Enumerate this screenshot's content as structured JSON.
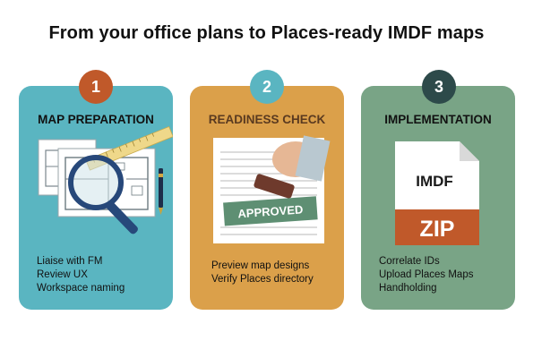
{
  "title": "From your office plans to Places-ready IMDF maps",
  "colors": {
    "card1": "#5ab5c1",
    "card2": "#dba04a",
    "card3": "#79a486",
    "badge1": "#c0592a",
    "badge2": "#5ab5c1",
    "badge3": "#2d4a4a",
    "title1": "#111111",
    "title2": "#5a3a20",
    "title3": "#111111"
  },
  "cards": [
    {
      "number": "1",
      "title": "MAP PREPARATION",
      "illustration": "blueprint-magnifier",
      "items": [
        "Liaise with FM",
        "Review UX",
        "Workspace naming"
      ]
    },
    {
      "number": "2",
      "title": "READINESS CHECK",
      "illustration": "approved-stamp",
      "stamp_text": "APPROVED",
      "items": [
        "Preview map designs",
        "Verify Places directory"
      ]
    },
    {
      "number": "3",
      "title": "IMPLEMENTATION",
      "illustration": "zip-file",
      "file_label": "IMDF",
      "file_type": "ZIP",
      "items": [
        "Correlate IDs",
        "Upload Places Maps",
        "Handholding"
      ]
    }
  ]
}
